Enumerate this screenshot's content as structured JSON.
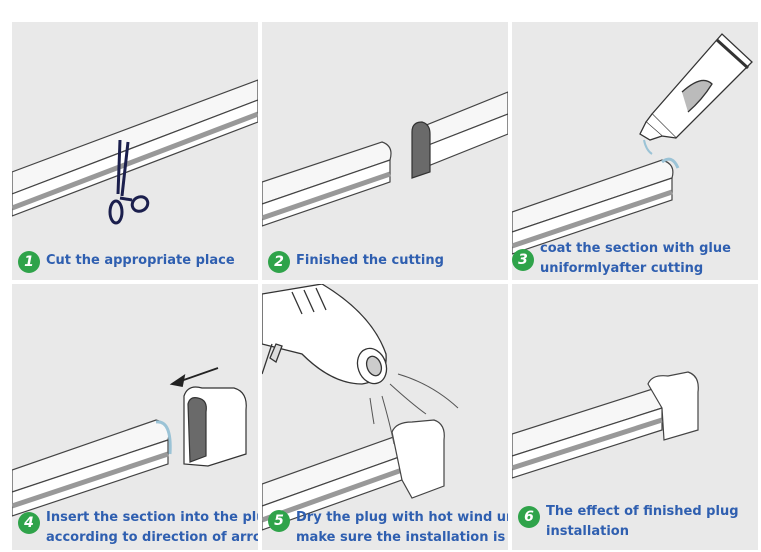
{
  "steps": [
    {
      "num": "1",
      "text": "Cut the appropriate place"
    },
    {
      "num": "2",
      "text": "Finished the cutting"
    },
    {
      "num": "3",
      "line1": "coat the section with glue",
      "line2": "uniformlyafter cutting"
    },
    {
      "num": "4",
      "line1": "Insert the section into the plug",
      "line2": "according to direction of arrow"
    },
    {
      "num": "5",
      "line1": "Dry the plug with hot wind  until",
      "line2": "make sure the installation is firm"
    },
    {
      "num": "6",
      "line1": "The effect of finished plug",
      "line2": "installation"
    }
  ],
  "colors": {
    "panel_bg": "#e9e9e9",
    "badge": "#2fa34a",
    "caption": "#2f5fb0",
    "outline": "#444444",
    "scissors": "#1b1f4d"
  },
  "icons": [
    "scissors-icon",
    "glue-tube-icon",
    "hair-dryer-icon",
    "arrow-left-icon",
    "end-plug-icon"
  ]
}
